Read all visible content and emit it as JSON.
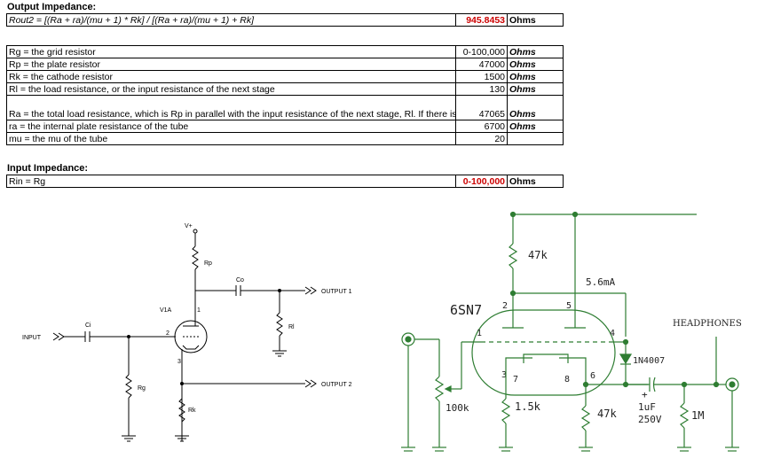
{
  "output": {
    "heading": "Output Impedance:",
    "formula": "Rout2 = [(Ra + ra)/(mu + 1) * Rk] / [(Ra + ra)/(mu + 1) + Rk]",
    "value": "945.8453",
    "unit": "Ohms"
  },
  "params": [
    {
      "desc": "Rg = the grid resistor",
      "value": "0-100,000",
      "unit": "Ohms"
    },
    {
      "desc": "Rp = the plate resistor",
      "value": "47000",
      "unit": "Ohms"
    },
    {
      "desc": "Rk = the cathode resistor",
      "value": "1500",
      "unit": "Ohms"
    },
    {
      "desc": "Rl = the load resistance, or the input resistance of the next stage",
      "value": "130",
      "unit": "Ohms"
    },
    {
      "desc": "Ra = the total load resistance, which is Rp in parallel with the input resistance of the next stage, Rl. If there is no Rl, Ra = Rp.",
      "value": "47065",
      "unit": "Ohms"
    },
    {
      "desc": "ra = the internal plate resistance of the tube",
      "value": "6700",
      "unit": "Ohms"
    },
    {
      "desc": "mu = the mu of the tube",
      "value": "20",
      "unit": ""
    }
  ],
  "input": {
    "heading": "Input Impedance:",
    "formula": "Rin = Rg",
    "value": "0-100,000",
    "unit": "Ohms"
  },
  "schematic_left": {
    "vplus": "V+",
    "rp": "Rp",
    "co": "Co",
    "output1": "OUTPUT 1",
    "v1a": "V1A",
    "pin1": "1",
    "pin2": "2",
    "pin3": "3",
    "rl": "Rl",
    "ci": "Ci",
    "input": "INPUT",
    "rg": "Rg",
    "output2": "OUTPUT 2",
    "rk": "Rk"
  },
  "schematic_right": {
    "r47k_top": "47k",
    "current": "5.6mA",
    "tube": "6SN7",
    "pin2": "2",
    "pin5": "5",
    "pin1": "1",
    "pin4": "4",
    "pin3": "3",
    "pin7": "7",
    "pin8": "8",
    "pin6": "6",
    "diode": "1N4007",
    "headphones": "HEADPHONES",
    "pot": "100k",
    "r15k": "1.5k",
    "r47k_bottom": "47k",
    "plus": "+",
    "cap_value": "1uF",
    "cap_voltage": "250V",
    "r1m": "1M"
  },
  "colors": {
    "red": "#cc0000",
    "green": "#2e7d32",
    "grid": "#000000"
  }
}
